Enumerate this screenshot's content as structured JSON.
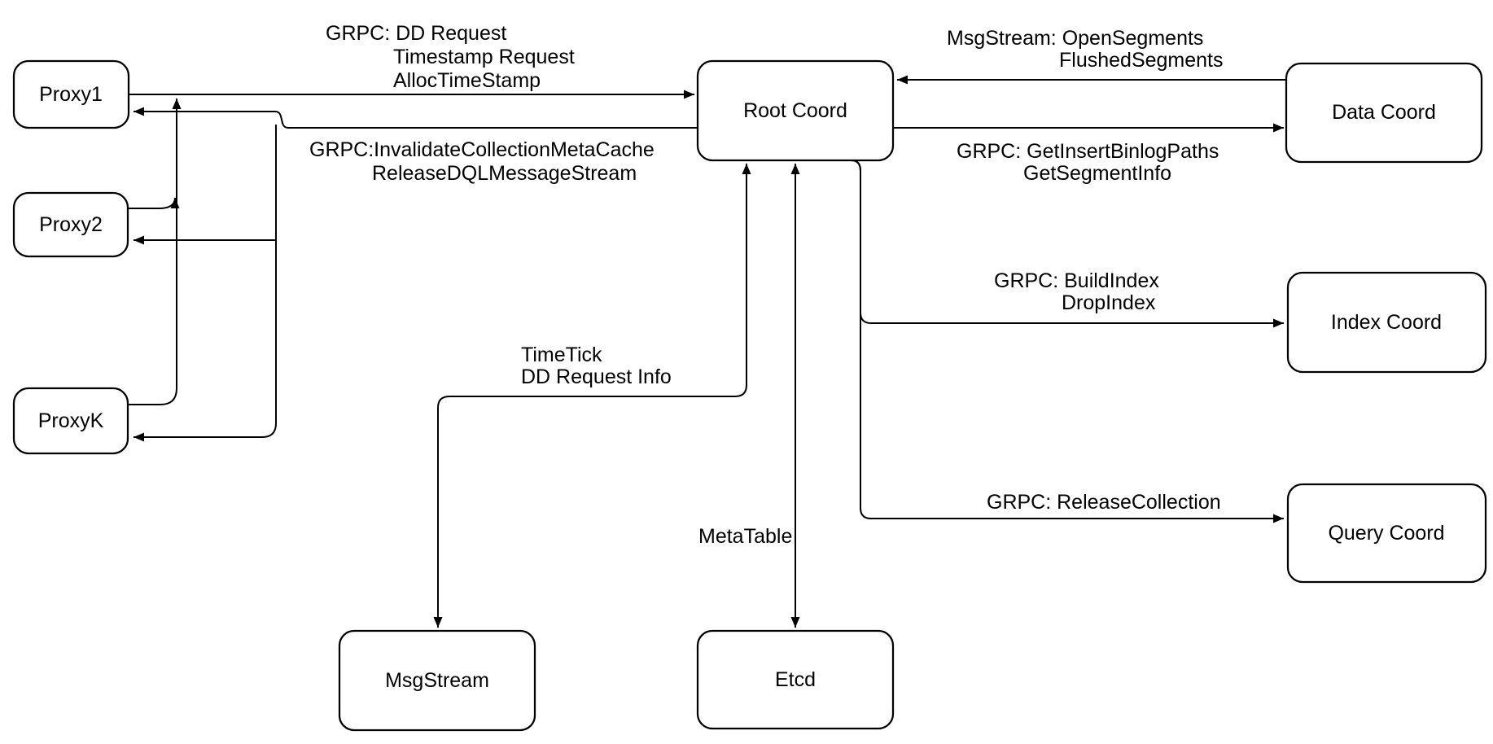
{
  "diagram": {
    "colors": {
      "background": "#ffffff",
      "stroke": "#000000",
      "node_fill": "#ffffff",
      "text": "#000000"
    },
    "nodes": {
      "proxy1": "Proxy1",
      "proxy2": "Proxy2",
      "proxyk": "ProxyK",
      "root_coord": "Root Coord",
      "data_coord": "Data Coord",
      "index_coord": "Index Coord",
      "query_coord": "Query Coord",
      "msgstream": "MsgStream",
      "etcd": "Etcd"
    },
    "edge_labels": {
      "proxies_to_root": {
        "line1": "GRPC: DD Request",
        "line2": "Timestamp Request",
        "line3": "AllocTimeStamp"
      },
      "root_to_proxies": {
        "line1": "GRPC:InvalidateCollectionMetaCache",
        "line2": "ReleaseDQLMessageStream"
      },
      "data_to_root": {
        "line1": "MsgStream: OpenSegments",
        "line2": "FlushedSegments"
      },
      "root_to_data": {
        "line1": "GRPC: GetInsertBinlogPaths",
        "line2": "GetSegmentInfo"
      },
      "root_to_index": {
        "line1": "GRPC: BuildIndex",
        "line2": "DropIndex"
      },
      "root_to_query": {
        "line1": "GRPC: ReleaseCollection"
      },
      "root_to_msgstream": {
        "line1": "TimeTick",
        "line2": "DD Request Info"
      },
      "root_to_etcd": {
        "line1": "MetaTable"
      }
    }
  }
}
